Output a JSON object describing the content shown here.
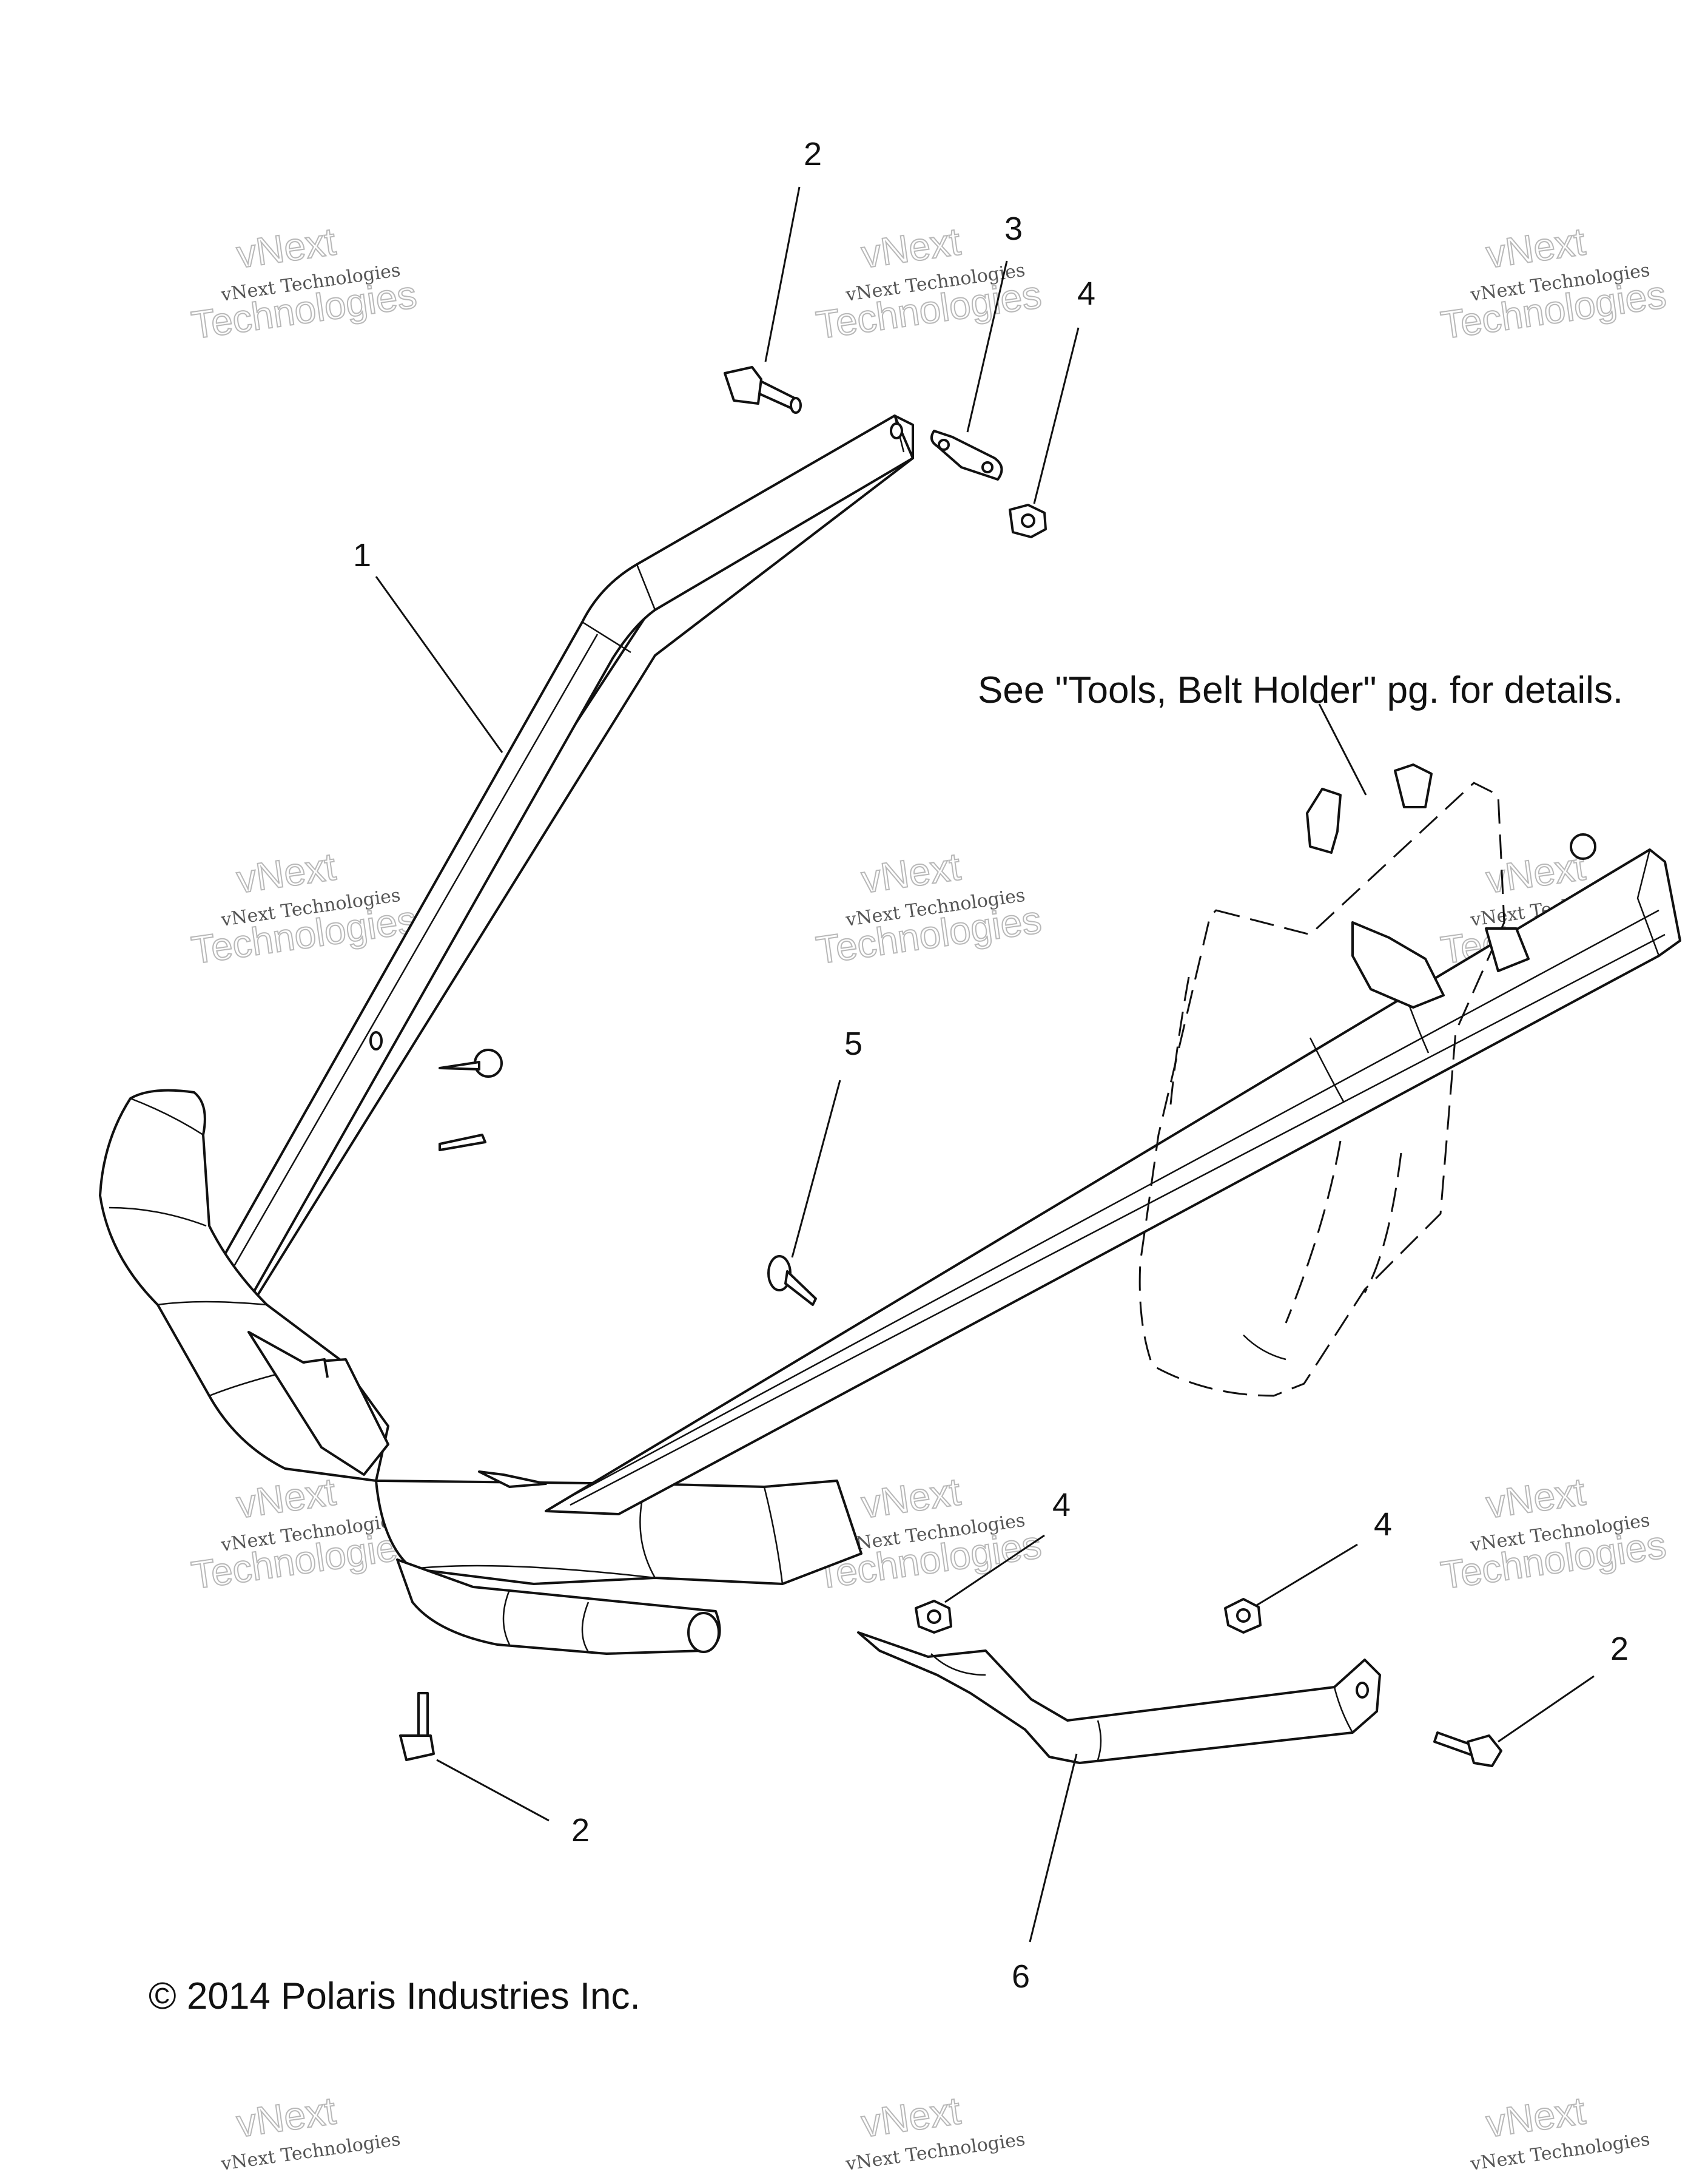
{
  "callouts": {
    "c1": "1",
    "c2a": "2",
    "c2b": "2",
    "c2c": "2",
    "c3": "3",
    "c4a": "4",
    "c4b": "4",
    "c4c": "4",
    "c5": "5",
    "c6": "6"
  },
  "note": "See \"Tools, Belt Holder\" pg. for details.",
  "copyright": "© 2014 Polaris Industries Inc.",
  "watermark": {
    "line1": "vNext Technologies",
    "line2": "vNext",
    "line3": "Technologies"
  }
}
